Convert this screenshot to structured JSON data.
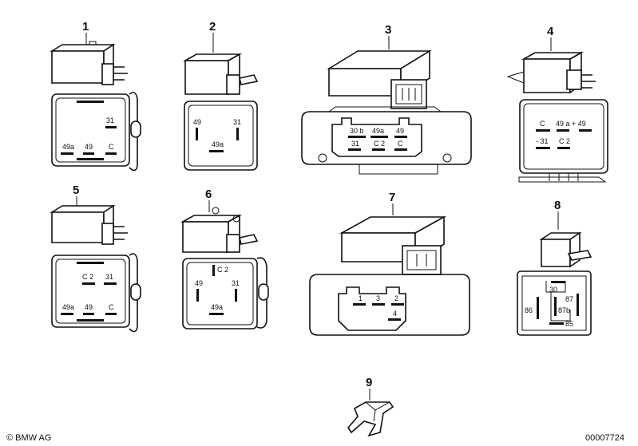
{
  "diagram": {
    "parts": [
      {
        "number": "1",
        "pins": [
          "31",
          "49a",
          "49",
          "C"
        ]
      },
      {
        "number": "2",
        "pins": [
          "49",
          "31",
          "49a"
        ]
      },
      {
        "number": "3",
        "pins": [
          "30 b",
          "49a",
          "49",
          "31",
          "C 2",
          "C"
        ]
      },
      {
        "number": "4",
        "pins": [
          "C",
          "49 a + 49",
          "- 31",
          "C 2"
        ]
      },
      {
        "number": "5",
        "pins": [
          "C 2",
          "31",
          "49a",
          "49",
          "C"
        ]
      },
      {
        "number": "6",
        "pins": [
          "C 2",
          "49",
          "31",
          "49a"
        ]
      },
      {
        "number": "7",
        "pins": [
          "1",
          "3",
          "2",
          "4"
        ]
      },
      {
        "number": "8",
        "pins": [
          "30",
          "87",
          "86",
          "87b",
          "85"
        ]
      },
      {
        "number": "9",
        "pins": []
      }
    ]
  },
  "footer": {
    "brand": "© BMW AG",
    "doc_number": "00007724"
  }
}
